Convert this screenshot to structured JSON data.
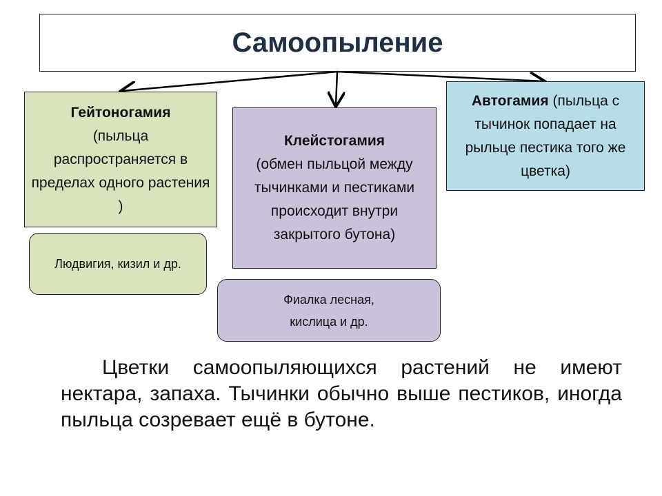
{
  "title": "Самоопыление",
  "geitonogamy": {
    "term": "Гейтоногамия",
    "desc": "(пыльца распространяется в пределах одного растения )",
    "examples": "Людвигия, кизил и др."
  },
  "cleistogamy": {
    "term": "Клейстогамия",
    "desc": "(обмен пыльцой между тычинками и пестиками происходит внутри закрытого бутона)",
    "examples": "Фиалка лесная, кислица и др."
  },
  "autogamy": {
    "term": "Автогамия",
    "desc": "(пыльца с тычинок попадает на рыльце пестика того же цветка)"
  },
  "paragraph": "Цветки самоопыляющихся растений не имеют нектара, запаха. Тычинки обычно выше пестиков, иногда пыльца созревает ещё в бутоне.",
  "colors": {
    "green": "#d7e4bd",
    "purple": "#ccc1da",
    "blue": "#b7dde8",
    "title": "#1f2f45"
  }
}
